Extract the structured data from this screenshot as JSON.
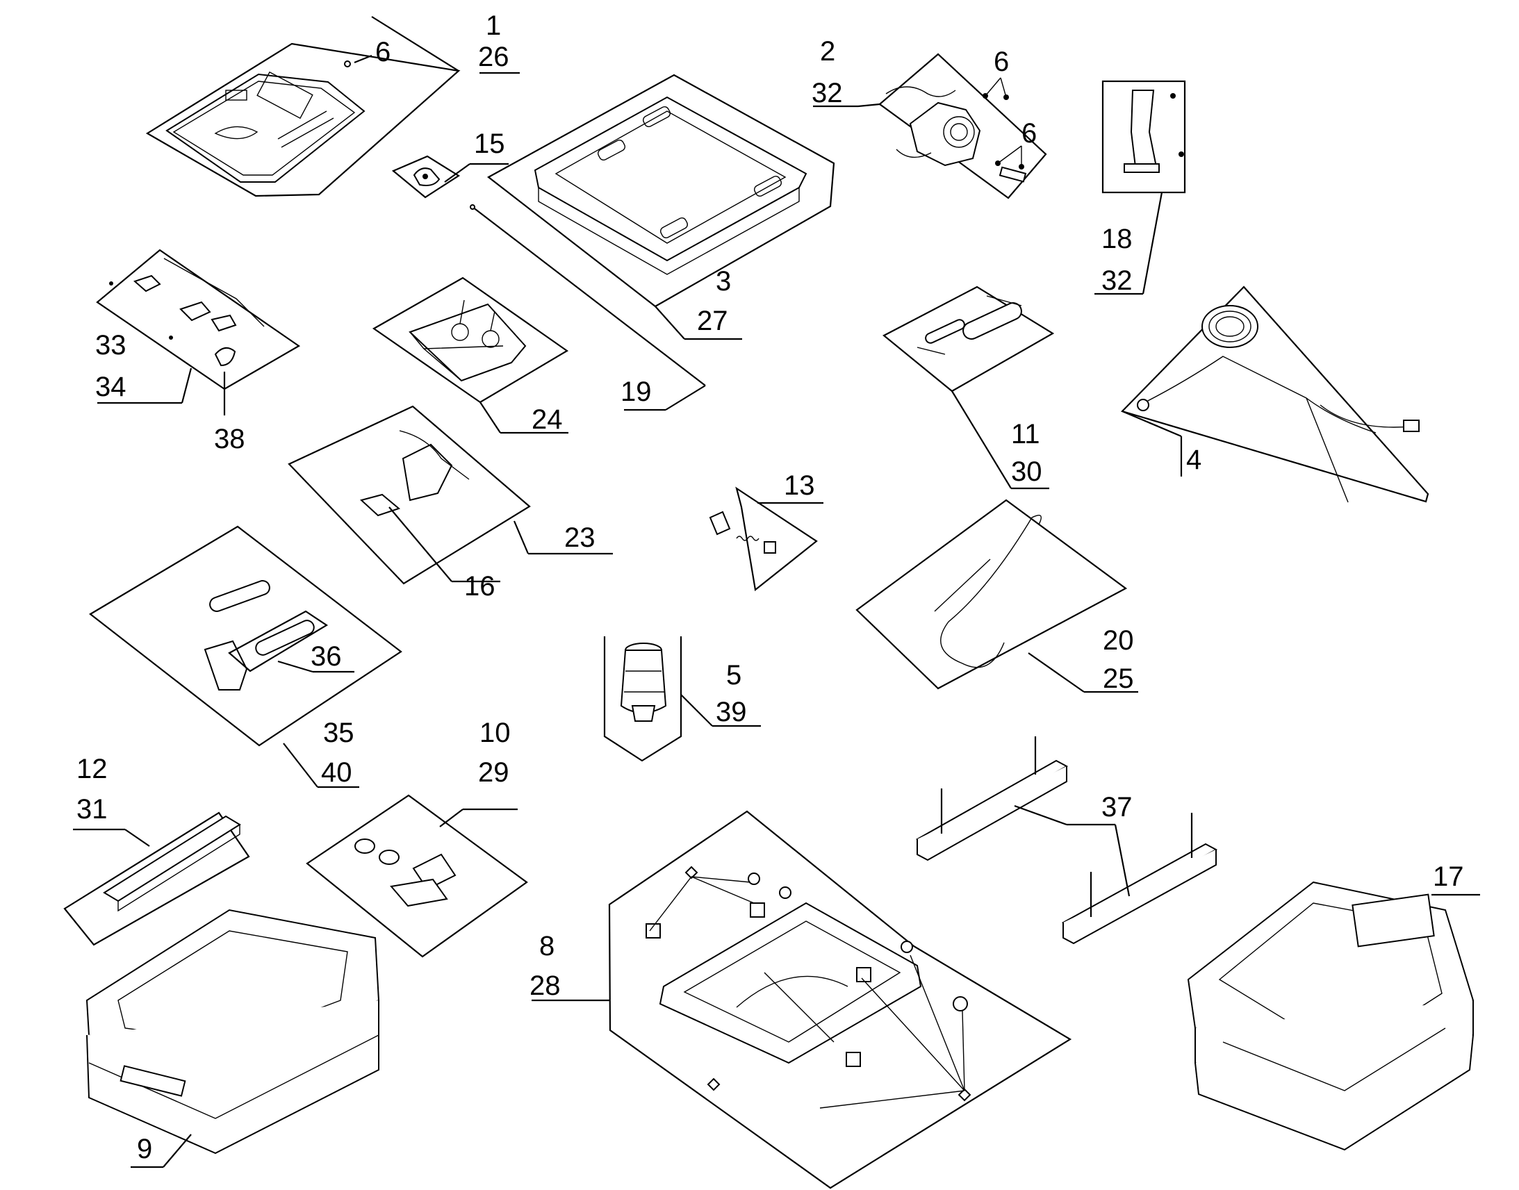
{
  "diagram": {
    "labels": [
      "1",
      "26",
      "6",
      "2",
      "32",
      "6",
      "6",
      "18",
      "32",
      "15",
      "3",
      "27",
      "19",
      "33",
      "34",
      "38",
      "24",
      "11",
      "30",
      "4",
      "23",
      "16",
      "13",
      "20",
      "25",
      "5",
      "39",
      "36",
      "35",
      "40",
      "10",
      "29",
      "12",
      "31",
      "37",
      "17",
      "8",
      "28",
      "9"
    ]
  }
}
